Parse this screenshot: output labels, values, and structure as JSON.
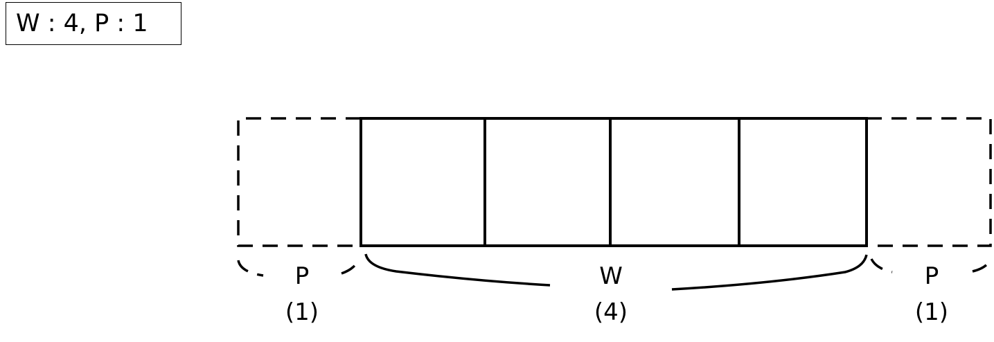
{
  "header": {
    "params_label": "W : 4, P : 1"
  },
  "segments": {
    "left_padding": {
      "name": "P",
      "count": "(1)"
    },
    "window": {
      "name": "W",
      "count": "(4)"
    },
    "right_padding": {
      "name": "P",
      "count": "(1)"
    }
  },
  "values": {
    "window_cells": 4,
    "padding_cells": 1
  }
}
